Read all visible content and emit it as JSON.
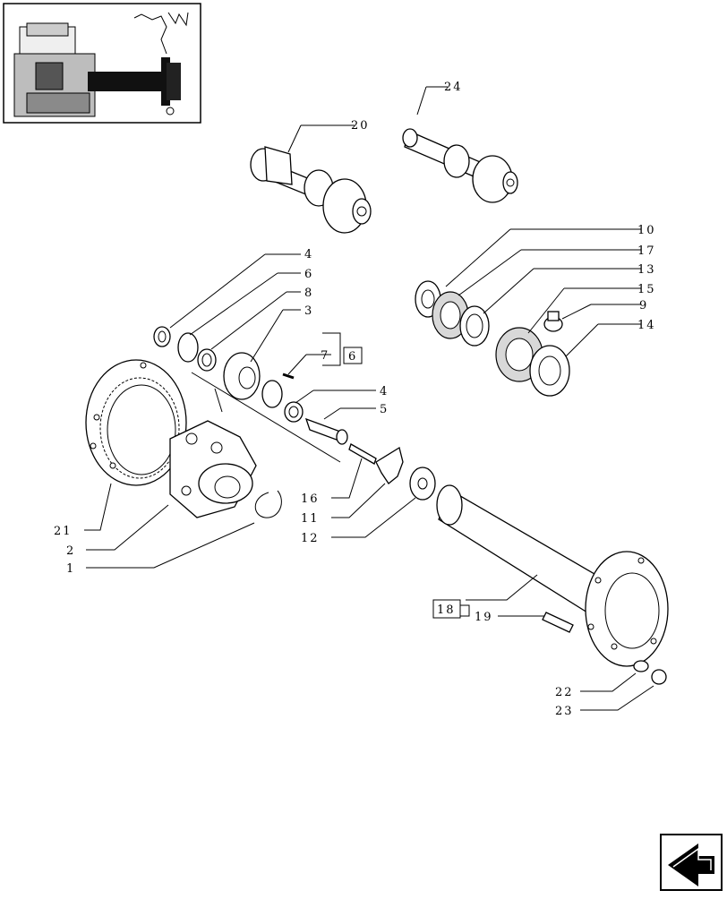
{
  "callouts": {
    "c1": "1",
    "c2": "2",
    "c3": "3",
    "c4a": "4",
    "c4b": "4",
    "c5": "5",
    "c6": "6",
    "c6box": "6",
    "c7": "7",
    "c8": "8",
    "c9": "9",
    "c10": "10",
    "c11": "11",
    "c12": "12",
    "c13": "13",
    "c14": "14",
    "c15": "15",
    "c16": "16",
    "c17": "17",
    "c18box": "18",
    "c19": "19",
    "c20": "20",
    "c21": "21",
    "c22": "22",
    "c23": "23",
    "c24": "24"
  },
  "icons": {
    "thumbnail": "location-thumbnail-icon",
    "nav": "next-page-arrow-icon"
  }
}
